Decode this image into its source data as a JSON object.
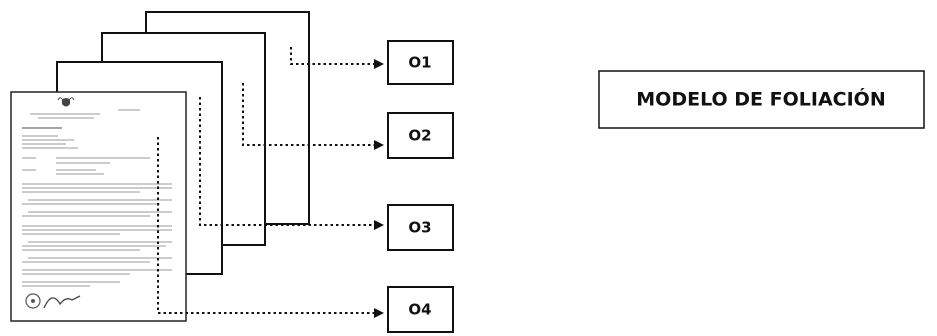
{
  "title": "MODELO DE FOLIACIÓN",
  "folios": [
    "O1",
    "O2",
    "O3",
    "O4"
  ],
  "icons": {
    "seal": "coat-of-arms-icon",
    "stamp": "round-stamp-icon",
    "signature": "signature-icon"
  }
}
